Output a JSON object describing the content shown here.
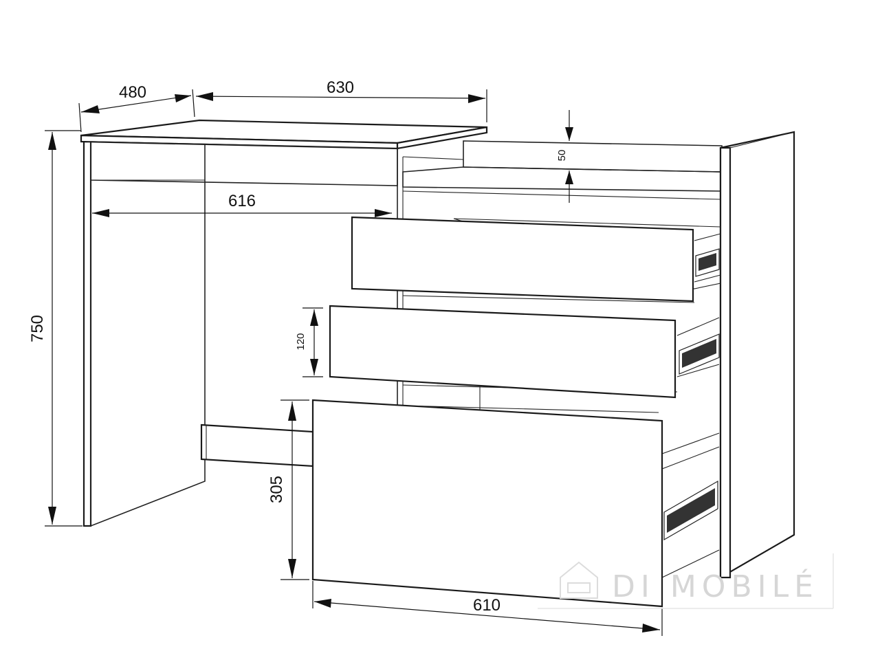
{
  "dimensions": {
    "depth": "480",
    "top_width": "630",
    "height": "750",
    "leg_gap": "616",
    "top_drawer_front": "50",
    "drawer_height": "120",
    "bottom_drawer_height": "305",
    "bottom_drawer_width": "610"
  },
  "watermark": {
    "text": "DI MOBILÉ"
  },
  "colors": {
    "line": "#222222",
    "background": "#ffffff",
    "watermark": "#d6d6d6"
  }
}
